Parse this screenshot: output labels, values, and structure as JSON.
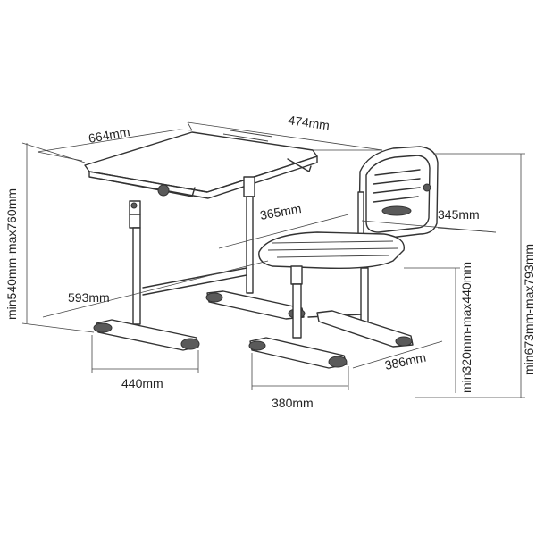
{
  "dimensions": {
    "desk_width": "664mm",
    "desk_depth": "474mm",
    "desk_height": "min540mm-max760mm",
    "desk_leg_depth": "593mm",
    "desk_base_width": "440mm",
    "chair_seat_width": "365mm",
    "chair_back_width": "345mm",
    "chair_total_height": "min673mm-max793mm",
    "chair_seat_height": "min320mm-max440mm",
    "chair_base_depth": "386mm",
    "chair_base_width": "380mm"
  }
}
